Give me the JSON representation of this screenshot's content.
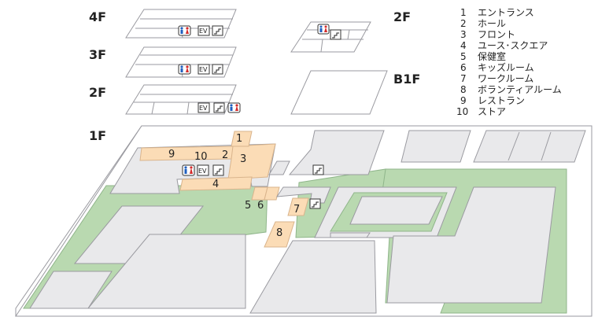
{
  "floors_left": [
    "4F",
    "3F",
    "2F",
    "1F"
  ],
  "floors_right": [
    "2F",
    "B1F"
  ],
  "icons": {
    "elevator_label": "EV",
    "restroom_icon": "restroom-icon",
    "stairs_icon": "stairs-icon"
  },
  "room_numbers": {
    "n1": "1",
    "n2": "2",
    "n3": "3",
    "n4": "4",
    "n5": "5",
    "n6": "6",
    "n7": "7",
    "n8": "8",
    "n9": "9",
    "n10": "10"
  },
  "legend": [
    {
      "num": "1",
      "label": "エントランス"
    },
    {
      "num": "2",
      "label": "ホール"
    },
    {
      "num": "3",
      "label": "フロント"
    },
    {
      "num": "4",
      "label": "ユース･スクエア"
    },
    {
      "num": "5",
      "label": "保健室"
    },
    {
      "num": "6",
      "label": "キッズルーム"
    },
    {
      "num": "7",
      "label": "ワークルーム"
    },
    {
      "num": "8",
      "label": "ボランティアルーム"
    },
    {
      "num": "9",
      "label": "レストラン"
    },
    {
      "num": "10",
      "label": "ストア"
    }
  ],
  "colors": {
    "building": "#e9e9eb",
    "green": "#b9d9b0",
    "room": "#fbdcb6",
    "restroom_male": "#1f5fbf",
    "restroom_female": "#d42a2a"
  }
}
